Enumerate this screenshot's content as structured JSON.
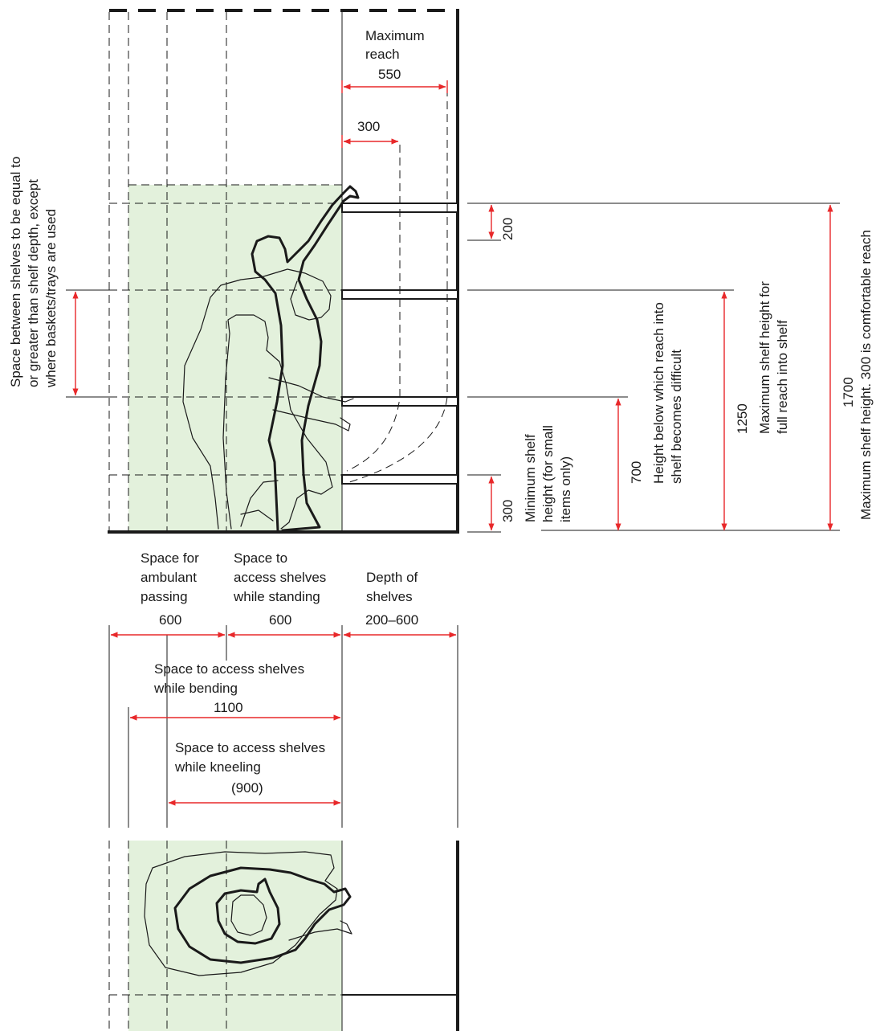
{
  "colors": {
    "zone_fill": "#e3f1dc",
    "dimension": "#e8282a",
    "ink": "#1a1a1a"
  },
  "top_dims": {
    "max_reach_label_1": "Maximum",
    "max_reach_label_2": "reach",
    "max_reach_value": "550",
    "comfortable_value": "300"
  },
  "vertical_dims": {
    "shelf_spacing": {
      "line1": "Space between shelves to be equal to",
      "line2": "or greater than shelf depth, except",
      "line3": "where baskets/trays are used"
    },
    "top_gap": "200",
    "min_height": {
      "value": "300",
      "line1": "Minimum shelf",
      "line2": "height (for small",
      "line3": "items only)"
    },
    "difficult": {
      "value": "700",
      "line1": "Height below which reach into",
      "line2": "shelf becomes difficult"
    },
    "full_reach": {
      "value": "1250",
      "line1": "Maximum shelf height for",
      "line2": "full reach into shelf"
    },
    "max_height": {
      "value": "1700",
      "line1": "Maximum shelf height. 300 is comfortable reach"
    }
  },
  "bottom_dims": {
    "ambulant": {
      "line1": "Space for",
      "line2": "ambulant",
      "line3": "passing",
      "value": "600"
    },
    "standing": {
      "line1": "Space to",
      "line2": "access shelves",
      "line3": "while standing",
      "value": "600"
    },
    "depth": {
      "line1": "Depth of",
      "line2": "shelves",
      "value": "200–600"
    },
    "bending": {
      "line1": "Space to access shelves",
      "line2": "while bending",
      "value": "1100"
    },
    "kneeling": {
      "line1": "Space to access shelves",
      "line2": "while kneeling",
      "value": "(900)"
    }
  }
}
